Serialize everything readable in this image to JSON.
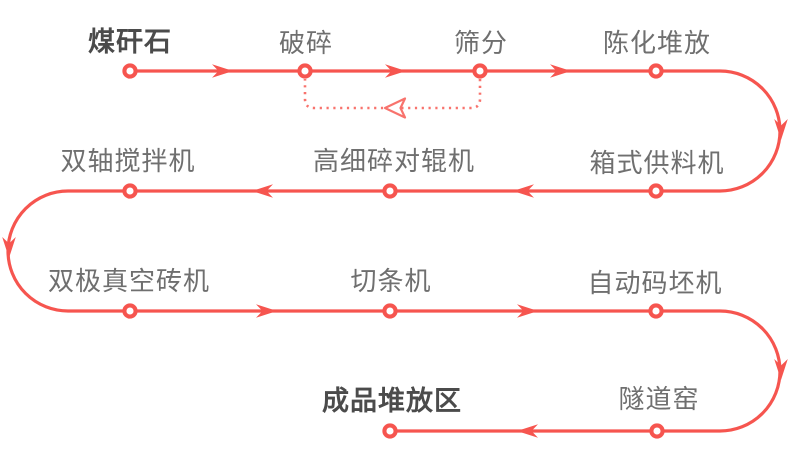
{
  "colors": {
    "line": "#f6554f",
    "dotted": "#f8736d",
    "label": "#6f6f6f",
    "label_bold": "#4b4b4b"
  },
  "flow": {
    "nodes": [
      {
        "label": "煤矸石",
        "emphasis": true
      },
      {
        "label": "破碎",
        "emphasis": false
      },
      {
        "label": "筛分",
        "emphasis": false
      },
      {
        "label": "陈化堆放",
        "emphasis": false
      },
      {
        "label": "箱式供料机",
        "emphasis": false
      },
      {
        "label": "高细碎对辊机",
        "emphasis": false
      },
      {
        "label": "双轴搅拌机",
        "emphasis": false
      },
      {
        "label": "双极真空砖机",
        "emphasis": false
      },
      {
        "label": "切条机",
        "emphasis": false
      },
      {
        "label": "自动码坯机",
        "emphasis": false
      },
      {
        "label": "隧道窑",
        "emphasis": false
      },
      {
        "label": "成品堆放区",
        "emphasis": true
      }
    ],
    "return_loop": {
      "from": "筛分",
      "to": "破碎",
      "style": "dotted"
    }
  }
}
